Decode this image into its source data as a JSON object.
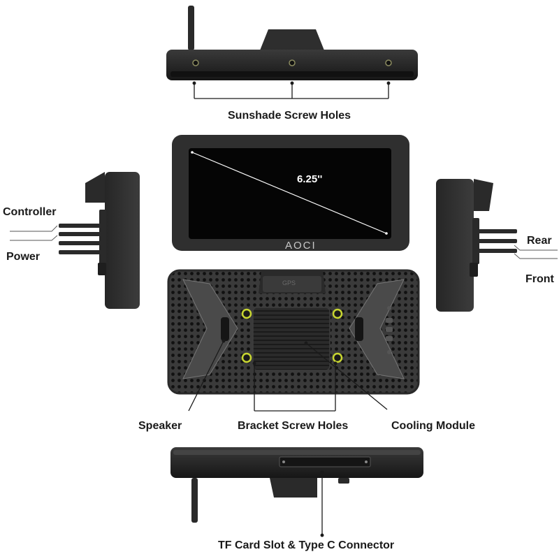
{
  "product": {
    "brand": "AOCI",
    "screen_size": "6.25''",
    "gps_label": "GPS"
  },
  "labels": {
    "sunshade_screw_holes": "Sunshade Screw Holes",
    "controller": "Controller",
    "power": "Power",
    "rear": "Rear",
    "front": "Front",
    "speaker": "Speaker",
    "bracket_screw_holes": "Bracket Screw Holes",
    "cooling_module": "Cooling Module",
    "tf_card_type_c": "TF Card Slot & Type C Connector"
  },
  "colors": {
    "device_body": "#1c1c1c",
    "screen": "#050505",
    "screw_ring": "#c8d631",
    "text": "#1a1a1a"
  }
}
